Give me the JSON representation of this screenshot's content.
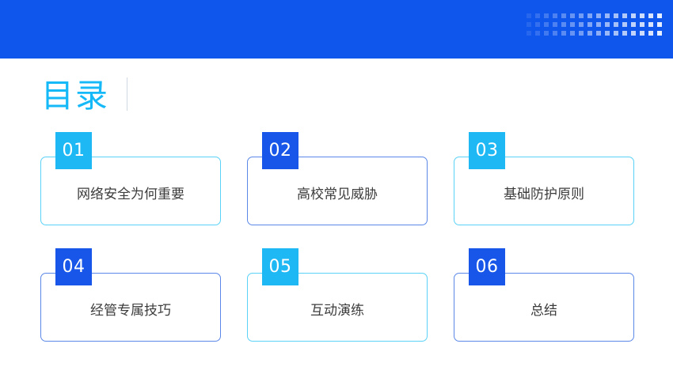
{
  "header": {
    "band_color": "#0f56ec",
    "decoration": {
      "name": "dot-matrix",
      "rows": 3,
      "columns": 16,
      "dot_color": "#ffffff"
    }
  },
  "title": {
    "text": "目录",
    "color": "#16b9f7"
  },
  "cards": [
    {
      "number": "01",
      "label": "网络安全为何重要",
      "accent": "cyan",
      "badge_color": "#1eb8f5",
      "border_color": "#5ad2f7"
    },
    {
      "number": "02",
      "label": "高校常见威胁",
      "accent": "blue",
      "badge_color": "#1756e8",
      "border_color": "#5b88e8"
    },
    {
      "number": "03",
      "label": "基础防护原则",
      "accent": "cyan",
      "badge_color": "#1eb8f5",
      "border_color": "#5ad2f7"
    },
    {
      "number": "04",
      "label": "经管专属技巧",
      "accent": "blue",
      "badge_color": "#1756e8",
      "border_color": "#5b88e8"
    },
    {
      "number": "05",
      "label": "互动演练",
      "accent": "cyan",
      "badge_color": "#1eb8f5",
      "border_color": "#5ad2f7"
    },
    {
      "number": "06",
      "label": "总结",
      "accent": "blue",
      "badge_color": "#1756e8",
      "border_color": "#5b88e8"
    }
  ]
}
